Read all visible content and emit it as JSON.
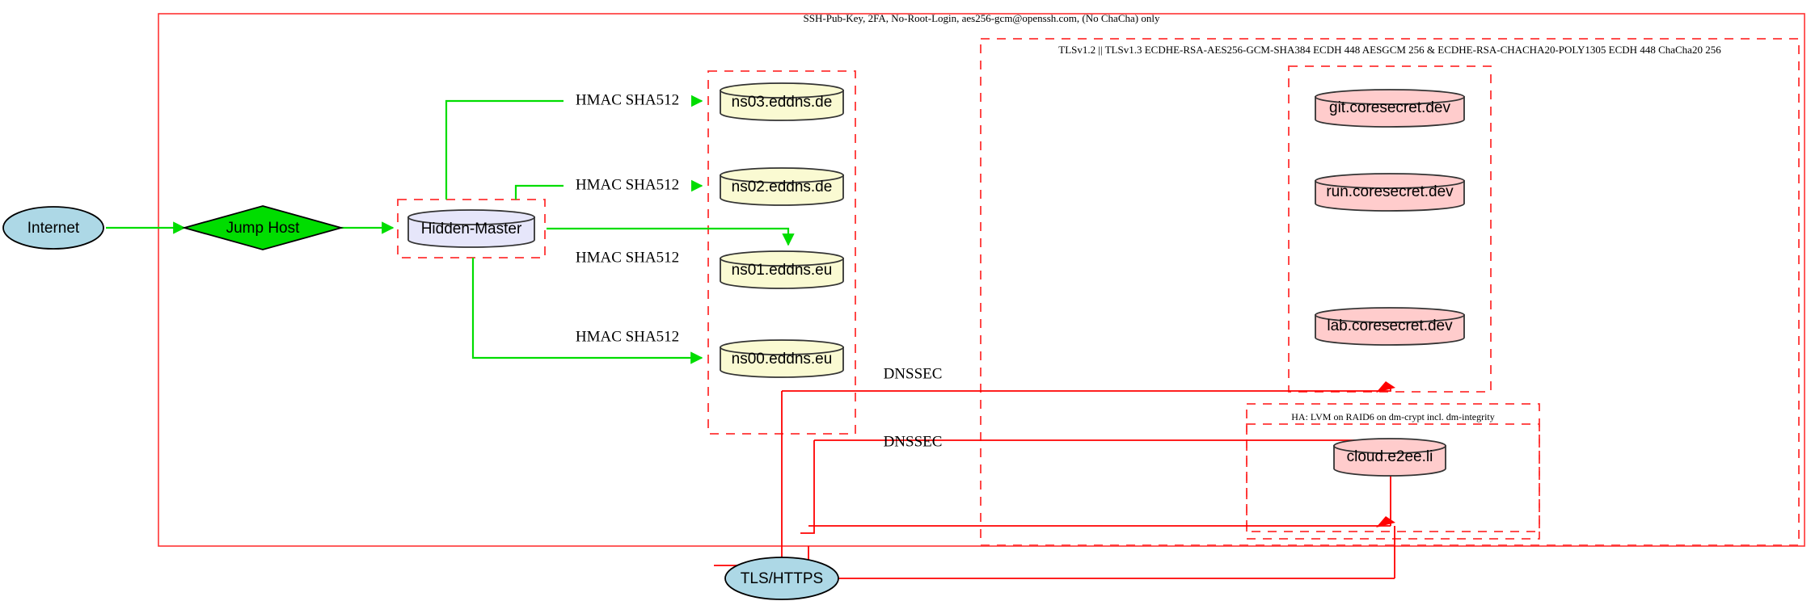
{
  "diagram": {
    "title_top": "SSH-Pub-Key, 2FA, No-Root-Login, aes256-gcm@openssh.com, (No ChaCha) only",
    "colors": {
      "ssh_boundary": "#ff3333",
      "tls_boundary": "#ff3333",
      "dns_boundary": "#ff3333",
      "ssh_edge": "#00dd00",
      "tls_edge": "#ff0000",
      "ellipse_fill": "#add8e6",
      "diamond_fill": "#00dd00",
      "master_fill": "#e6e6fa",
      "dns_fill": "#fafad2",
      "service_fill": "#ffcccc"
    }
  },
  "clusters": {
    "ssh_zone": {
      "label": "SSH-Pub-Key, 2FA, No-Root-Login, aes256-gcm@openssh.com, (No ChaCha) only"
    },
    "tls_zone": {
      "label": "TLSv1.2 || TLSv1.3 ECDHE-RSA-AES256-GCM-SHA384 ECDH 448 AESGCM 256 & ECDHE-RSA-CHACHA20-POLY1305 ECDH 448 ChaCha20 256"
    },
    "ha_zone": {
      "label": "HA: LVM on RAID6 on dm-crypt incl. dm-integrity"
    },
    "hidden_master_zone": {
      "label": ""
    },
    "dns_zone": {
      "label": ""
    },
    "coresecret_zone": {
      "label": ""
    },
    "cloud_zone": {
      "label": ""
    }
  },
  "nodes": {
    "internet": {
      "label": "Internet",
      "shape": "ellipse"
    },
    "jump_host": {
      "label": "Jump Host",
      "shape": "diamond"
    },
    "hidden_master": {
      "label": "Hidden-Master",
      "shape": "cylinder"
    },
    "ns03": {
      "label": "ns03.eddns.de",
      "shape": "cylinder"
    },
    "ns02": {
      "label": "ns02.eddns.de",
      "shape": "cylinder"
    },
    "ns01": {
      "label": "ns01.eddns.eu",
      "shape": "cylinder"
    },
    "ns00": {
      "label": "ns00.eddns.eu",
      "shape": "cylinder"
    },
    "git": {
      "label": "git.coresecret.dev",
      "shape": "cylinder"
    },
    "run": {
      "label": "run.coresecret.dev",
      "shape": "cylinder"
    },
    "lab": {
      "label": "lab.coresecret.dev",
      "shape": "cylinder"
    },
    "cloud": {
      "label": "cloud.e2ee.li",
      "shape": "cylinder"
    },
    "tls_https": {
      "label": "TLS/HTTPS",
      "shape": "ellipse"
    }
  },
  "edge_labels": {
    "hmac_ns03": "HMAC SHA512",
    "hmac_ns02": "HMAC SHA512",
    "hmac_ns01": "HMAC SHA512",
    "hmac_ns00": "HMAC SHA512",
    "dnssec_upper": "DNSSEC",
    "dnssec_lower": "DNSSEC"
  }
}
